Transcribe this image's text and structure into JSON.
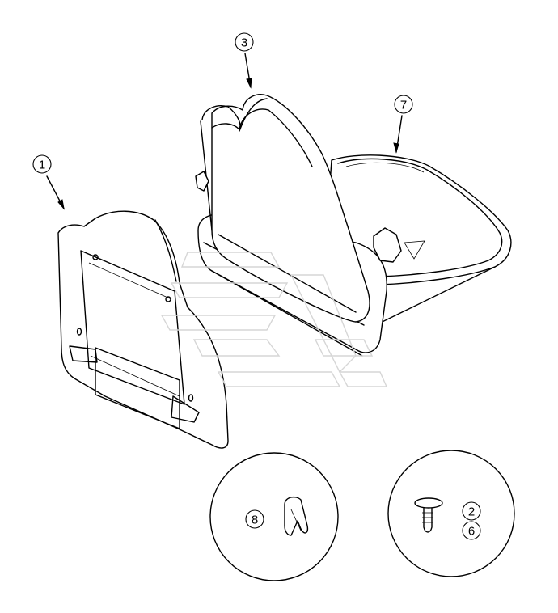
{
  "callouts": {
    "c1": "1",
    "c3": "3",
    "c7": "7",
    "c8": "8",
    "c2": "2",
    "c6": "6"
  }
}
